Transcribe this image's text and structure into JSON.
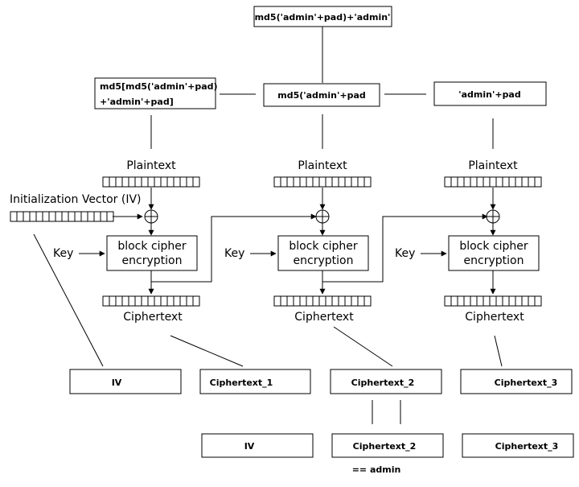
{
  "top_boxes": {
    "md5_pad_admin": "md5('admin'+pad)+'admin'",
    "md5_md5_line1": "md5[md5('admin'+pad)",
    "md5_md5_line2": "+'admin'+pad]",
    "md5_pad": "md5('admin'+pad",
    "admin_pad": "'admin'+pad"
  },
  "cbc": {
    "plaintext_label": "Plaintext",
    "ciphertext_label": "Ciphertext",
    "iv_label": "Initialization Vector (IV)",
    "key_label": "Key",
    "block_line1": "block cipher",
    "block_line2": "encryption"
  },
  "row1": [
    "IV",
    "Ciphertext_1",
    "Ciphertext_2",
    "Ciphertext_3"
  ],
  "row2": [
    "IV",
    "Ciphertext_2",
    "Ciphertext_3"
  ],
  "note": "== admin"
}
